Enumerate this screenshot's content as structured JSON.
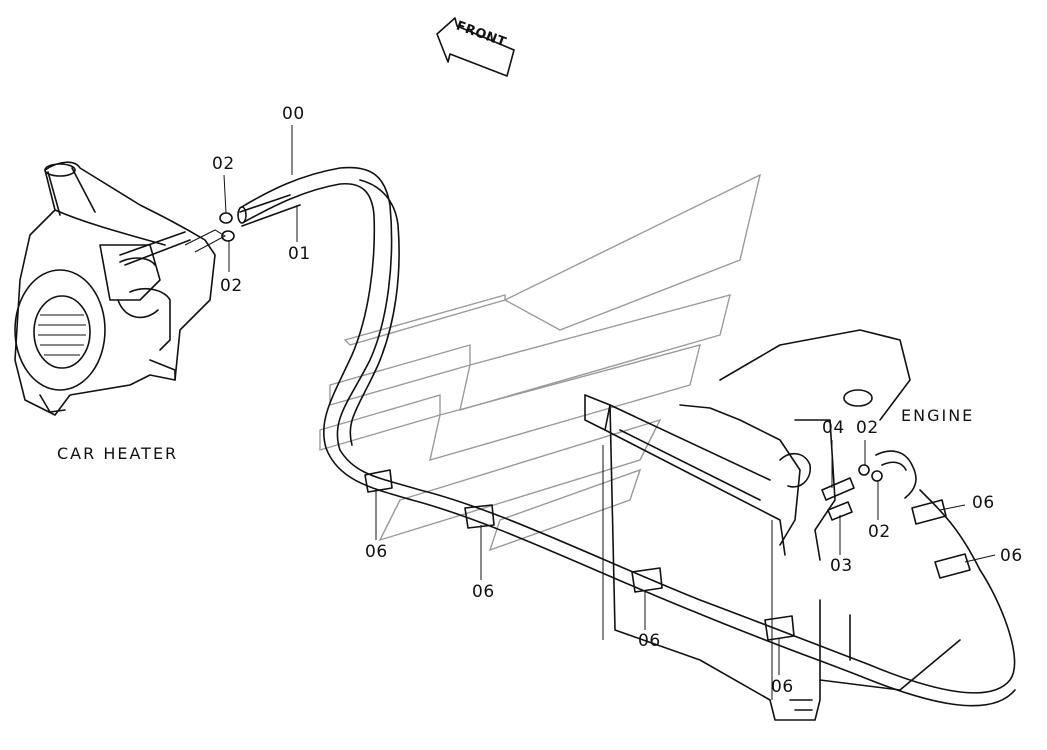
{
  "front_arrow": {
    "label": "FRONT"
  },
  "assemblies": {
    "heater": "CAR HEATER",
    "engine": "ENGINE"
  },
  "callouts": {
    "c00": "00",
    "c01": "01",
    "c02_top": "02",
    "c02_bottom": "02",
    "c04": "04",
    "c02_right_top": "02",
    "c02_right_bottom": "02",
    "c03": "03",
    "c06_a": "06",
    "c06_b": "06",
    "c06_c": "06",
    "c06_d": "06",
    "c06_e": "06",
    "c06_f": "06"
  }
}
